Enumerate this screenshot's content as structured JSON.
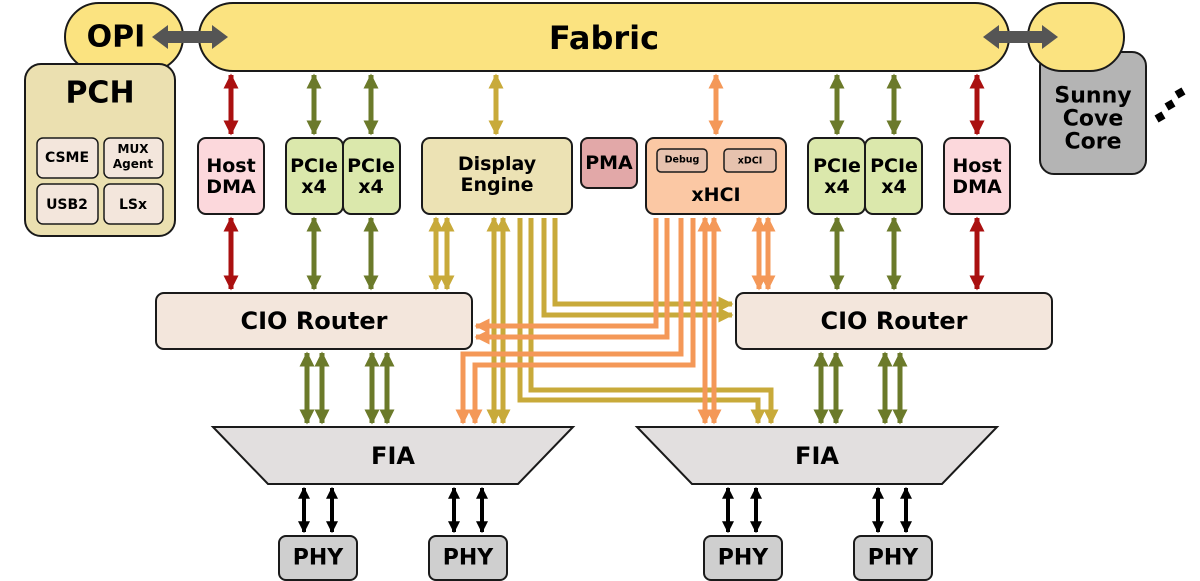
{
  "colors": {
    "fabric": "#fbe380",
    "pch": "#ebe0b0",
    "pch_sub": "#f3e6dc",
    "host_dma": "#fcd8dc",
    "pcie": "#dbe8ac",
    "display_engine": "#ece2b4",
    "pma": "#e2a8a8",
    "xhci": "#fbc8a4",
    "xhci_sub": "#e6c2ae",
    "cio_router": "#f3e6dc",
    "fia": "#e2dfdf",
    "phy": "#cfcfcf",
    "core": "#b4b4b4",
    "link_dark": "#555555",
    "link_red": "#aa1010",
    "link_green": "#6b7a2a",
    "link_gold": "#c8aa3a",
    "link_orange": "#f49858",
    "link_black": "#000000"
  },
  "nodes": {
    "opi": "OPI",
    "fabric": "Fabric",
    "pch": {
      "title": "PCH",
      "blocks": [
        "CSME",
        "MUX Agent",
        "USB2",
        "LSx"
      ]
    },
    "host_dma_left": [
      "Host",
      "DMA"
    ],
    "pcie_left_1": [
      "PCIe",
      "x4"
    ],
    "pcie_left_2": [
      "PCIe",
      "x4"
    ],
    "display_engine": [
      "Display",
      "Engine"
    ],
    "pma": "PMA",
    "xhci": {
      "title": "xHCI",
      "blocks": [
        "Debug",
        "xDCI"
      ]
    },
    "pcie_right_1": [
      "PCIe",
      "x4"
    ],
    "pcie_right_2": [
      "PCIe",
      "x4"
    ],
    "host_dma_right": [
      "Host",
      "DMA"
    ],
    "core": [
      "Sunny",
      "Cove",
      "Core"
    ],
    "ellipsis": "...",
    "cio_router_left": "CIO Router",
    "cio_router_right": "CIO Router",
    "fia_left": "FIA",
    "fia_right": "FIA",
    "phy": [
      "PHY",
      "PHY",
      "PHY",
      "PHY"
    ]
  }
}
